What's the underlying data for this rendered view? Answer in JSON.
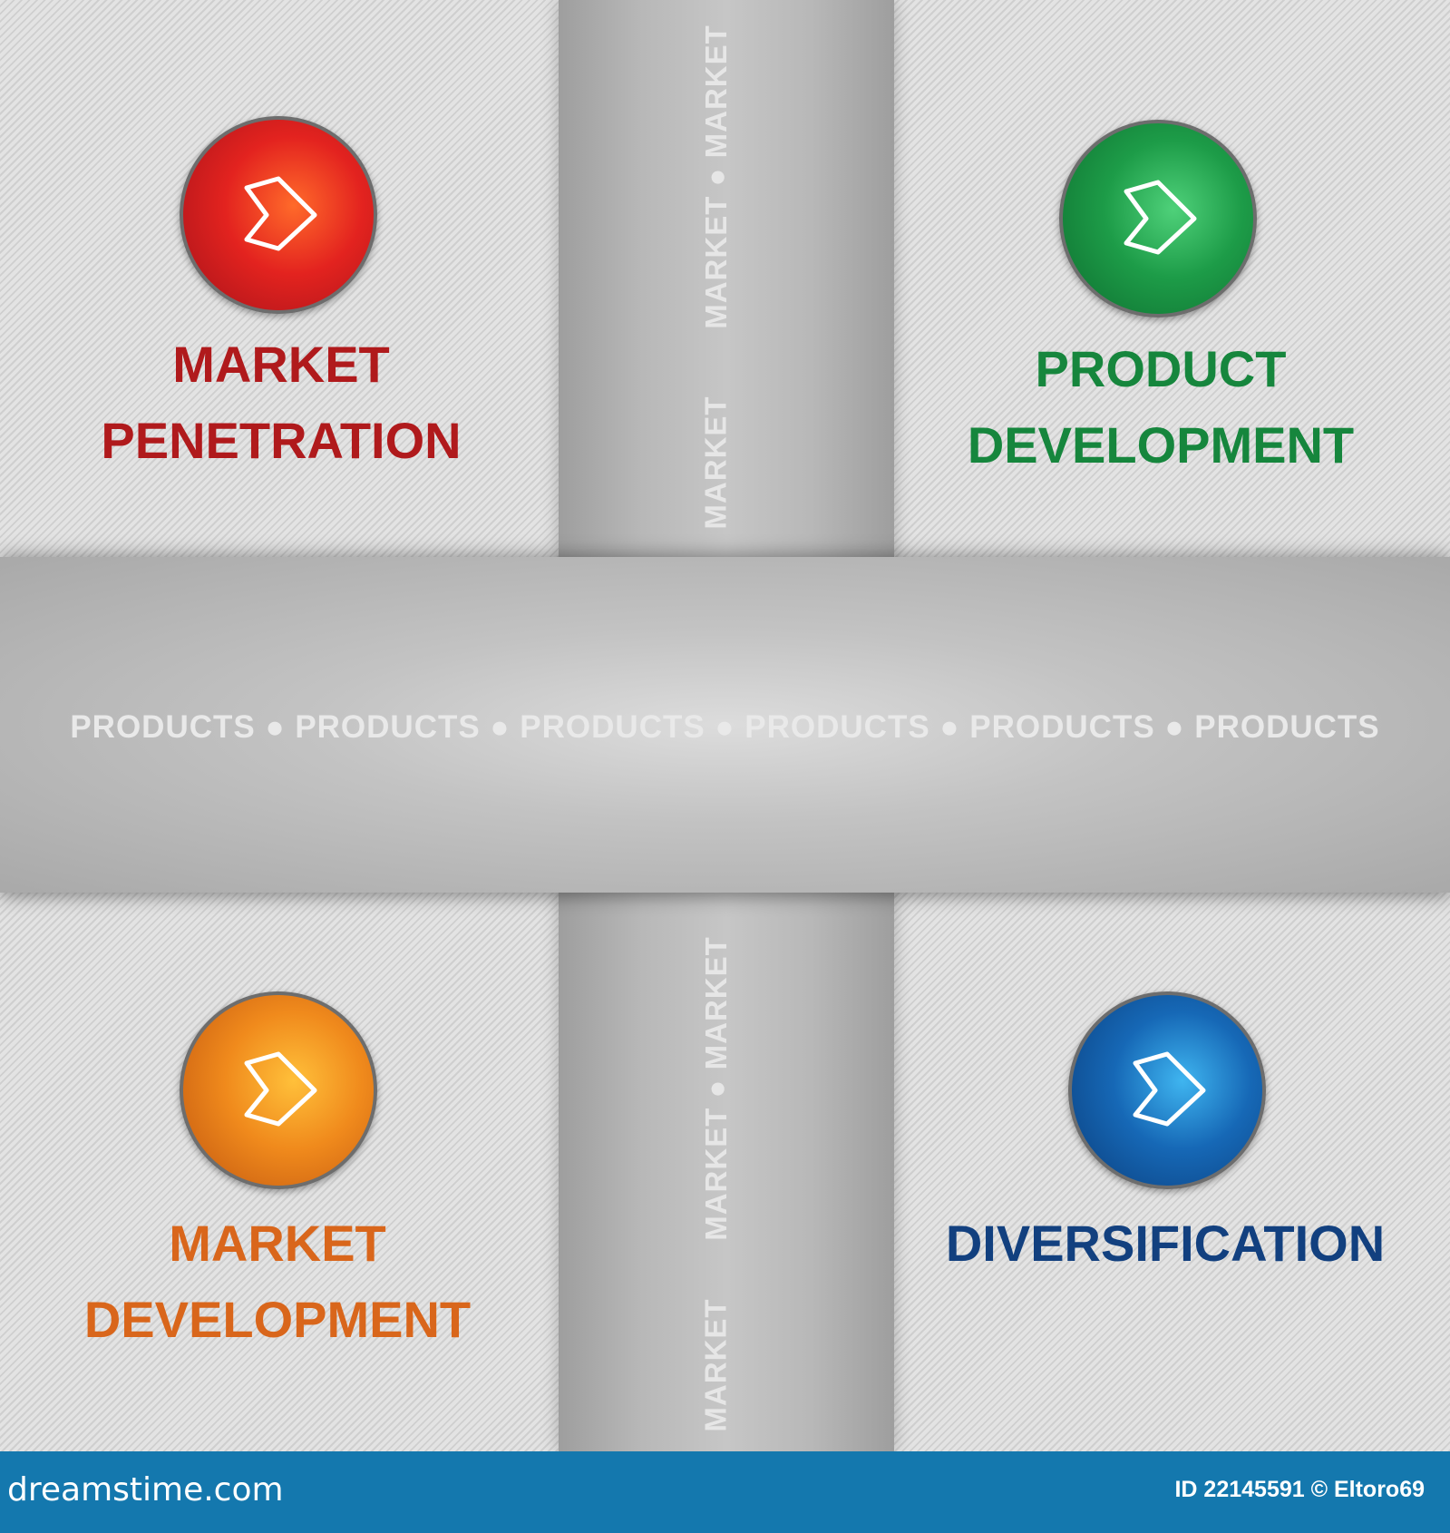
{
  "bands": {
    "horizontal_text": "PRODUCTS ● PRODUCTS ● PRODUCTS ● PRODUCTS ● PRODUCTS ● PRODUCTS",
    "vertical_top_1": "MARKET ● MARKET",
    "vertical_top_2": "MARKET",
    "vertical_bottom_1": "MARKET ● MARKET",
    "vertical_bottom_2": "MARKET"
  },
  "quadrants": [
    {
      "id": "market-penetration",
      "line1": "MARKET",
      "line2": "PENETRATION",
      "color": "#b01a1c",
      "icon": "arrow-right-icon"
    },
    {
      "id": "product-development",
      "line1": "PRODUCT",
      "line2": "DEVELOPMENT",
      "color": "#16863d",
      "icon": "arrow-right-icon"
    },
    {
      "id": "market-development",
      "line1": "MARKET",
      "line2": "DEVELOPMENT",
      "color": "#d9661b",
      "icon": "arrow-right-icon"
    },
    {
      "id": "diversification",
      "line1": "DIVERSIFICATION",
      "line2": "",
      "color": "#12407f",
      "icon": "arrow-right-icon"
    }
  ],
  "footer": {
    "left": "dreamstime.com",
    "right": "ID 22145591 © Eltoro69",
    "bg": "#1478ae"
  }
}
